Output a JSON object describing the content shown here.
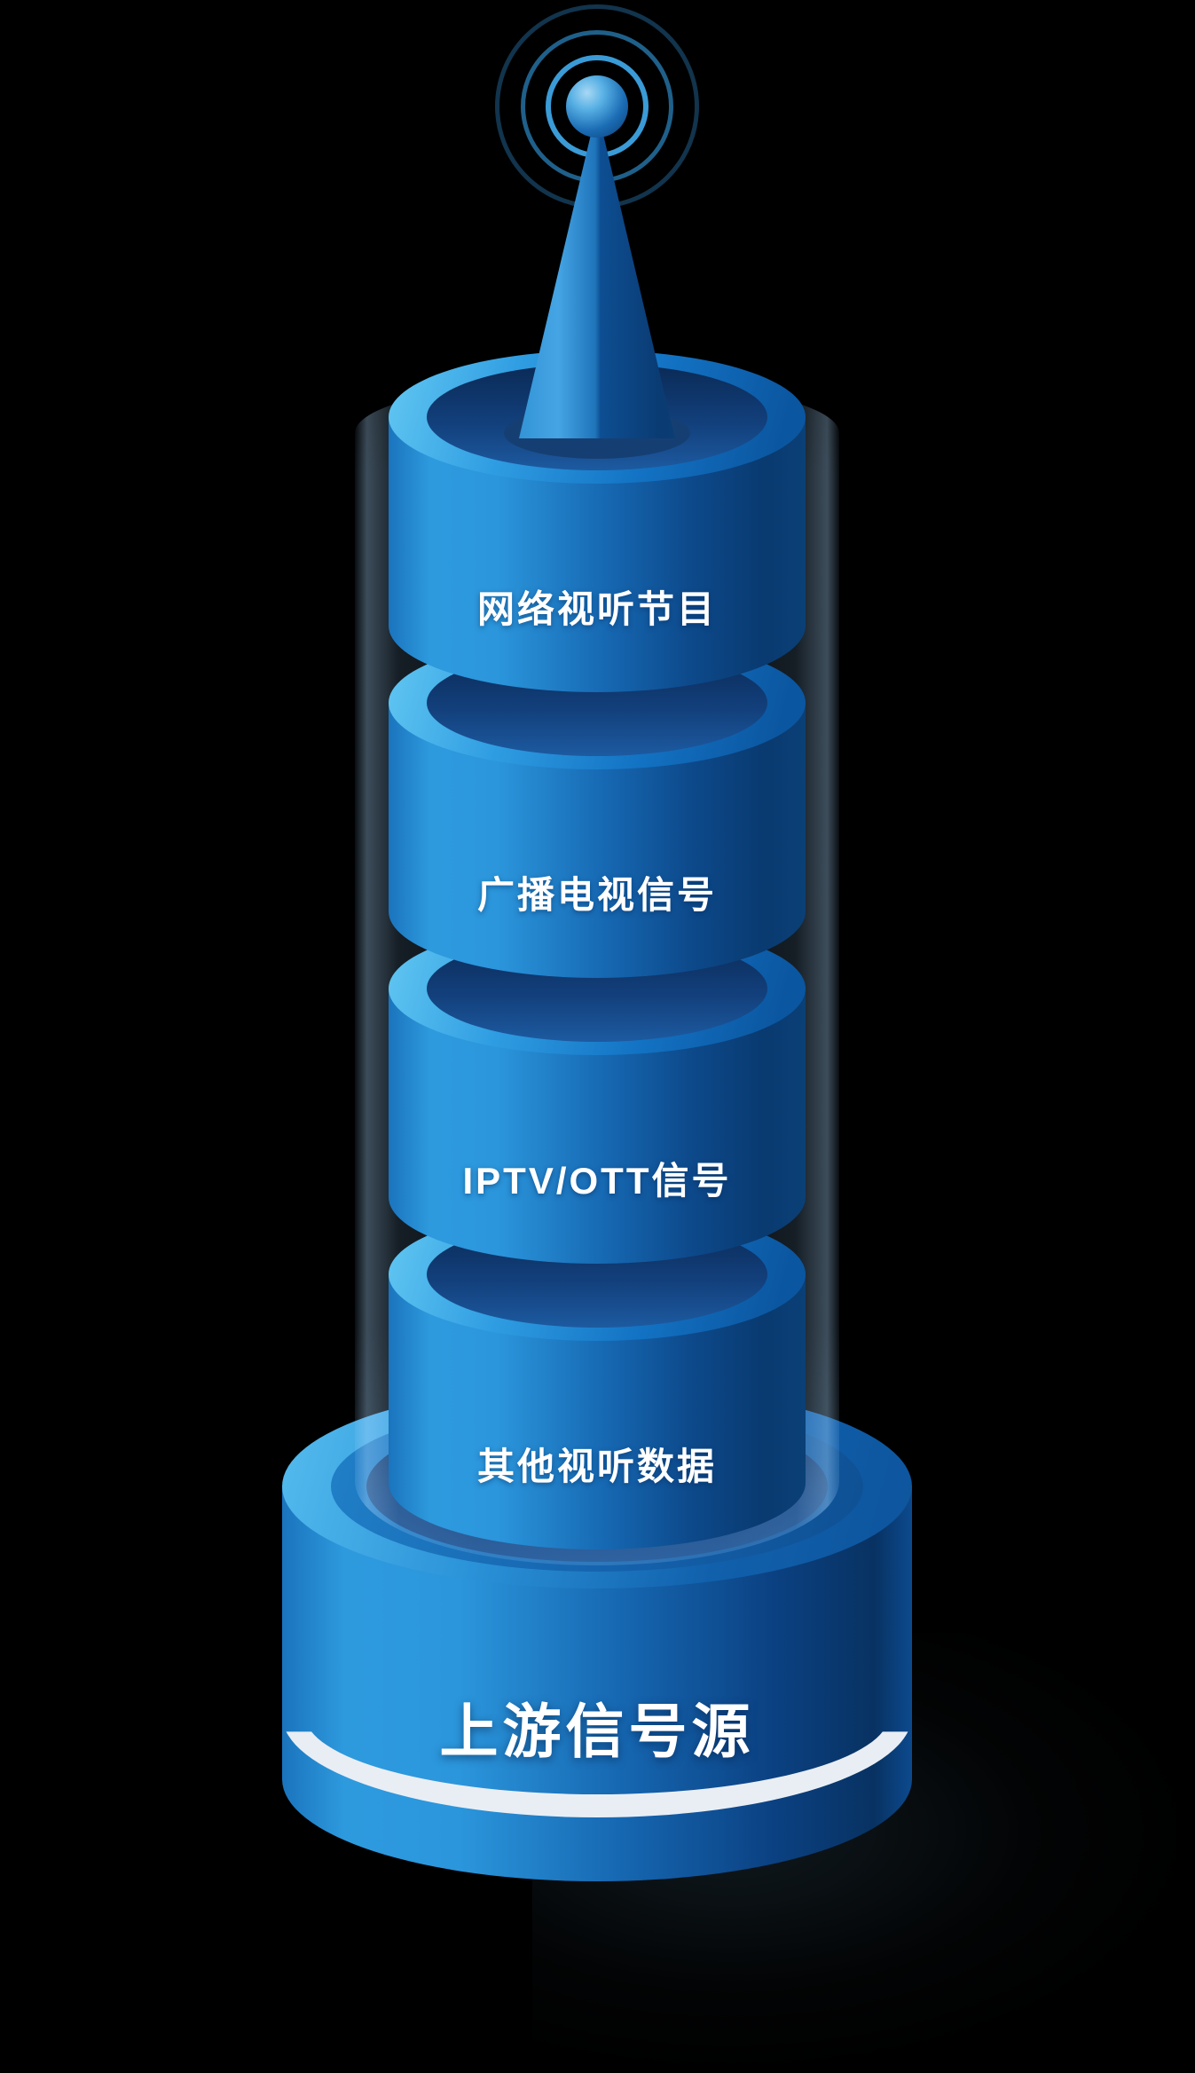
{
  "diagram": {
    "type": "stacked-cylinder-tower",
    "base_label": "上游信号源",
    "segments": [
      {
        "label": "网络视听节目"
      },
      {
        "label": "广播电视信号"
      },
      {
        "label": "IPTV/OTT信号"
      },
      {
        "label": "其他视听数据"
      }
    ],
    "icons": {
      "antenna": "broadcast-antenna-icon",
      "signal_waves": "signal-wave-rings-icon"
    },
    "colors": {
      "background": "#000000",
      "cylinder_highlight": "#2e9ade",
      "cylinder_mid": "#1565af",
      "cylinder_shadow": "#0a3a70",
      "top_ring": "#55bdee",
      "recess": "#0b2b58",
      "glow": "#8cc8ff",
      "stripe": "#e9eef4",
      "text": "#ffffff"
    }
  }
}
